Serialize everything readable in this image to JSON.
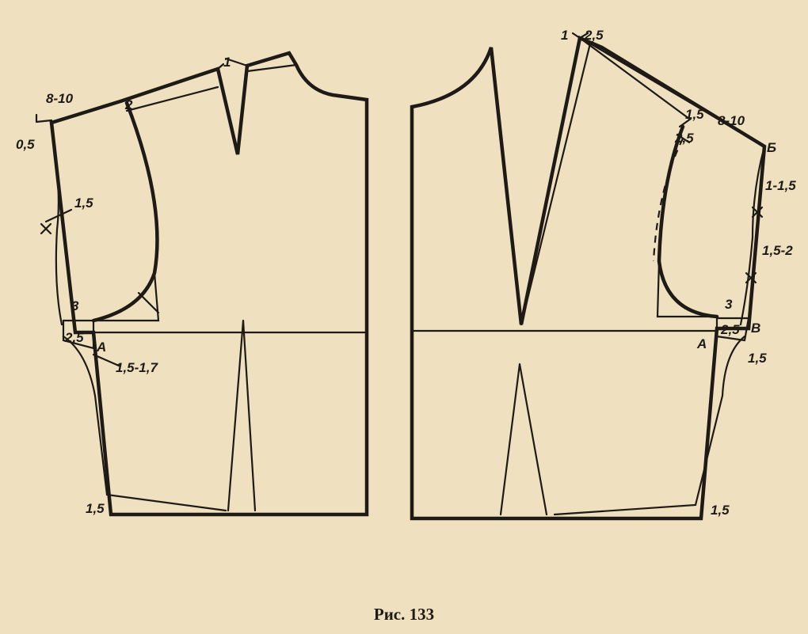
{
  "caption": "Рис. 133",
  "back": {
    "labels": {
      "shoulder_ext": "8-10",
      "shoulder_edge": "0,5",
      "neck_mark": "1",
      "armhole_mark": "2",
      "curve_offset": "1,5",
      "side_raise": "3",
      "armhole_depth": "2,5",
      "point_a": "А",
      "side_shift": "1,5-1,7",
      "hem_raise": "1,5"
    }
  },
  "front": {
    "labels": {
      "neck_mark": "1",
      "neck_raise": "2,5",
      "armhole_mark": "1,5",
      "armhole_depth": "2,5",
      "shoulder_ext": "8-10",
      "point_b": "Б",
      "upper_offset": "1-1,5",
      "lower_offset": "1,5-2",
      "side_raise": "3",
      "side_depth": "2,5",
      "point_v": "В",
      "point_a": "А",
      "side_shift": "1,5",
      "hem_raise": "1,5"
    }
  },
  "colors": {
    "paper": "#efe0c0",
    "ink": "#1e1a16"
  }
}
